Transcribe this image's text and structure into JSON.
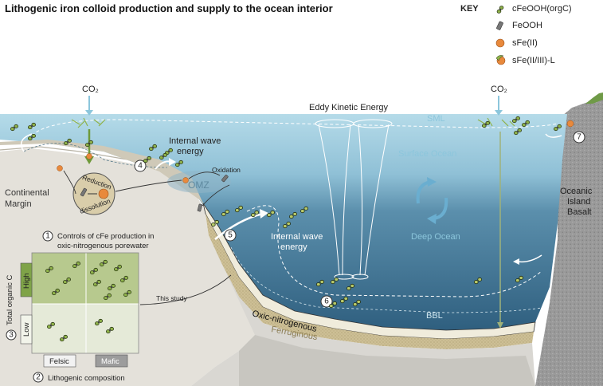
{
  "title": "Lithogenic iron colloid production and supply to the ocean interior",
  "key": {
    "title": "KEY",
    "items": [
      {
        "label": "cFeOOH(orgC)",
        "icon": "colloid-icon"
      },
      {
        "label": "FeOOH",
        "icon": "feooh-rod-icon"
      },
      {
        "label": "sFe(II)",
        "icon": "sfe2-dot-icon"
      },
      {
        "label": "sFe(II/III)-L",
        "icon": "sfe-ligand-icon"
      }
    ]
  },
  "labels": {
    "co2_left": "CO₂",
    "co2_right": "CO₂",
    "eddy": "Eddy Kinetic Energy",
    "sml": "SML",
    "surface_ocean": "Surface Ocean",
    "deep_ocean": "Deep Ocean",
    "internal_wave_1": "Internal wave",
    "internal_wave_1b": "energy",
    "internal_wave_2": "Internal wave",
    "internal_wave_2b": "energy",
    "omz": "OMZ",
    "oxidation": "Oxidation",
    "reduction": "Reduction",
    "dissolution": "dissolution",
    "continental": "Continental",
    "margin": "Margin",
    "oceanic": "Oceanic",
    "island": "Island",
    "basalt": "Basalt",
    "bbl": "BBL",
    "oxic_nitrogenous": "Oxic-nitrogenous",
    "ferruginous": "Ferruginous",
    "this_study": "This study"
  },
  "markers": [
    "1",
    "2",
    "3",
    "4",
    "5",
    "6",
    "7"
  ],
  "inset": {
    "heading_line1": "Controls of cFe production in",
    "heading_line2": "oxic-nitrogenous porewater",
    "y_axis": "Total organic C",
    "y_high": "High",
    "y_low": "Low",
    "x_felsic": "Felsic",
    "x_mafic": "Mafic",
    "x_axis": "Lithogenic composition"
  },
  "colors": {
    "ocean_surface": "#a9d3e3",
    "ocean_deep": "#3d6f8d",
    "sediment": "#e8e2cf",
    "ferruginous": "#cbbf95",
    "land": "#e4e1da",
    "basalt": "#9b9b9b",
    "colloid_green": "#8fb24a",
    "sfe2_orange": "#e8893c",
    "inset_high": "#b7c98e",
    "inset_low": "#e5ead8"
  }
}
